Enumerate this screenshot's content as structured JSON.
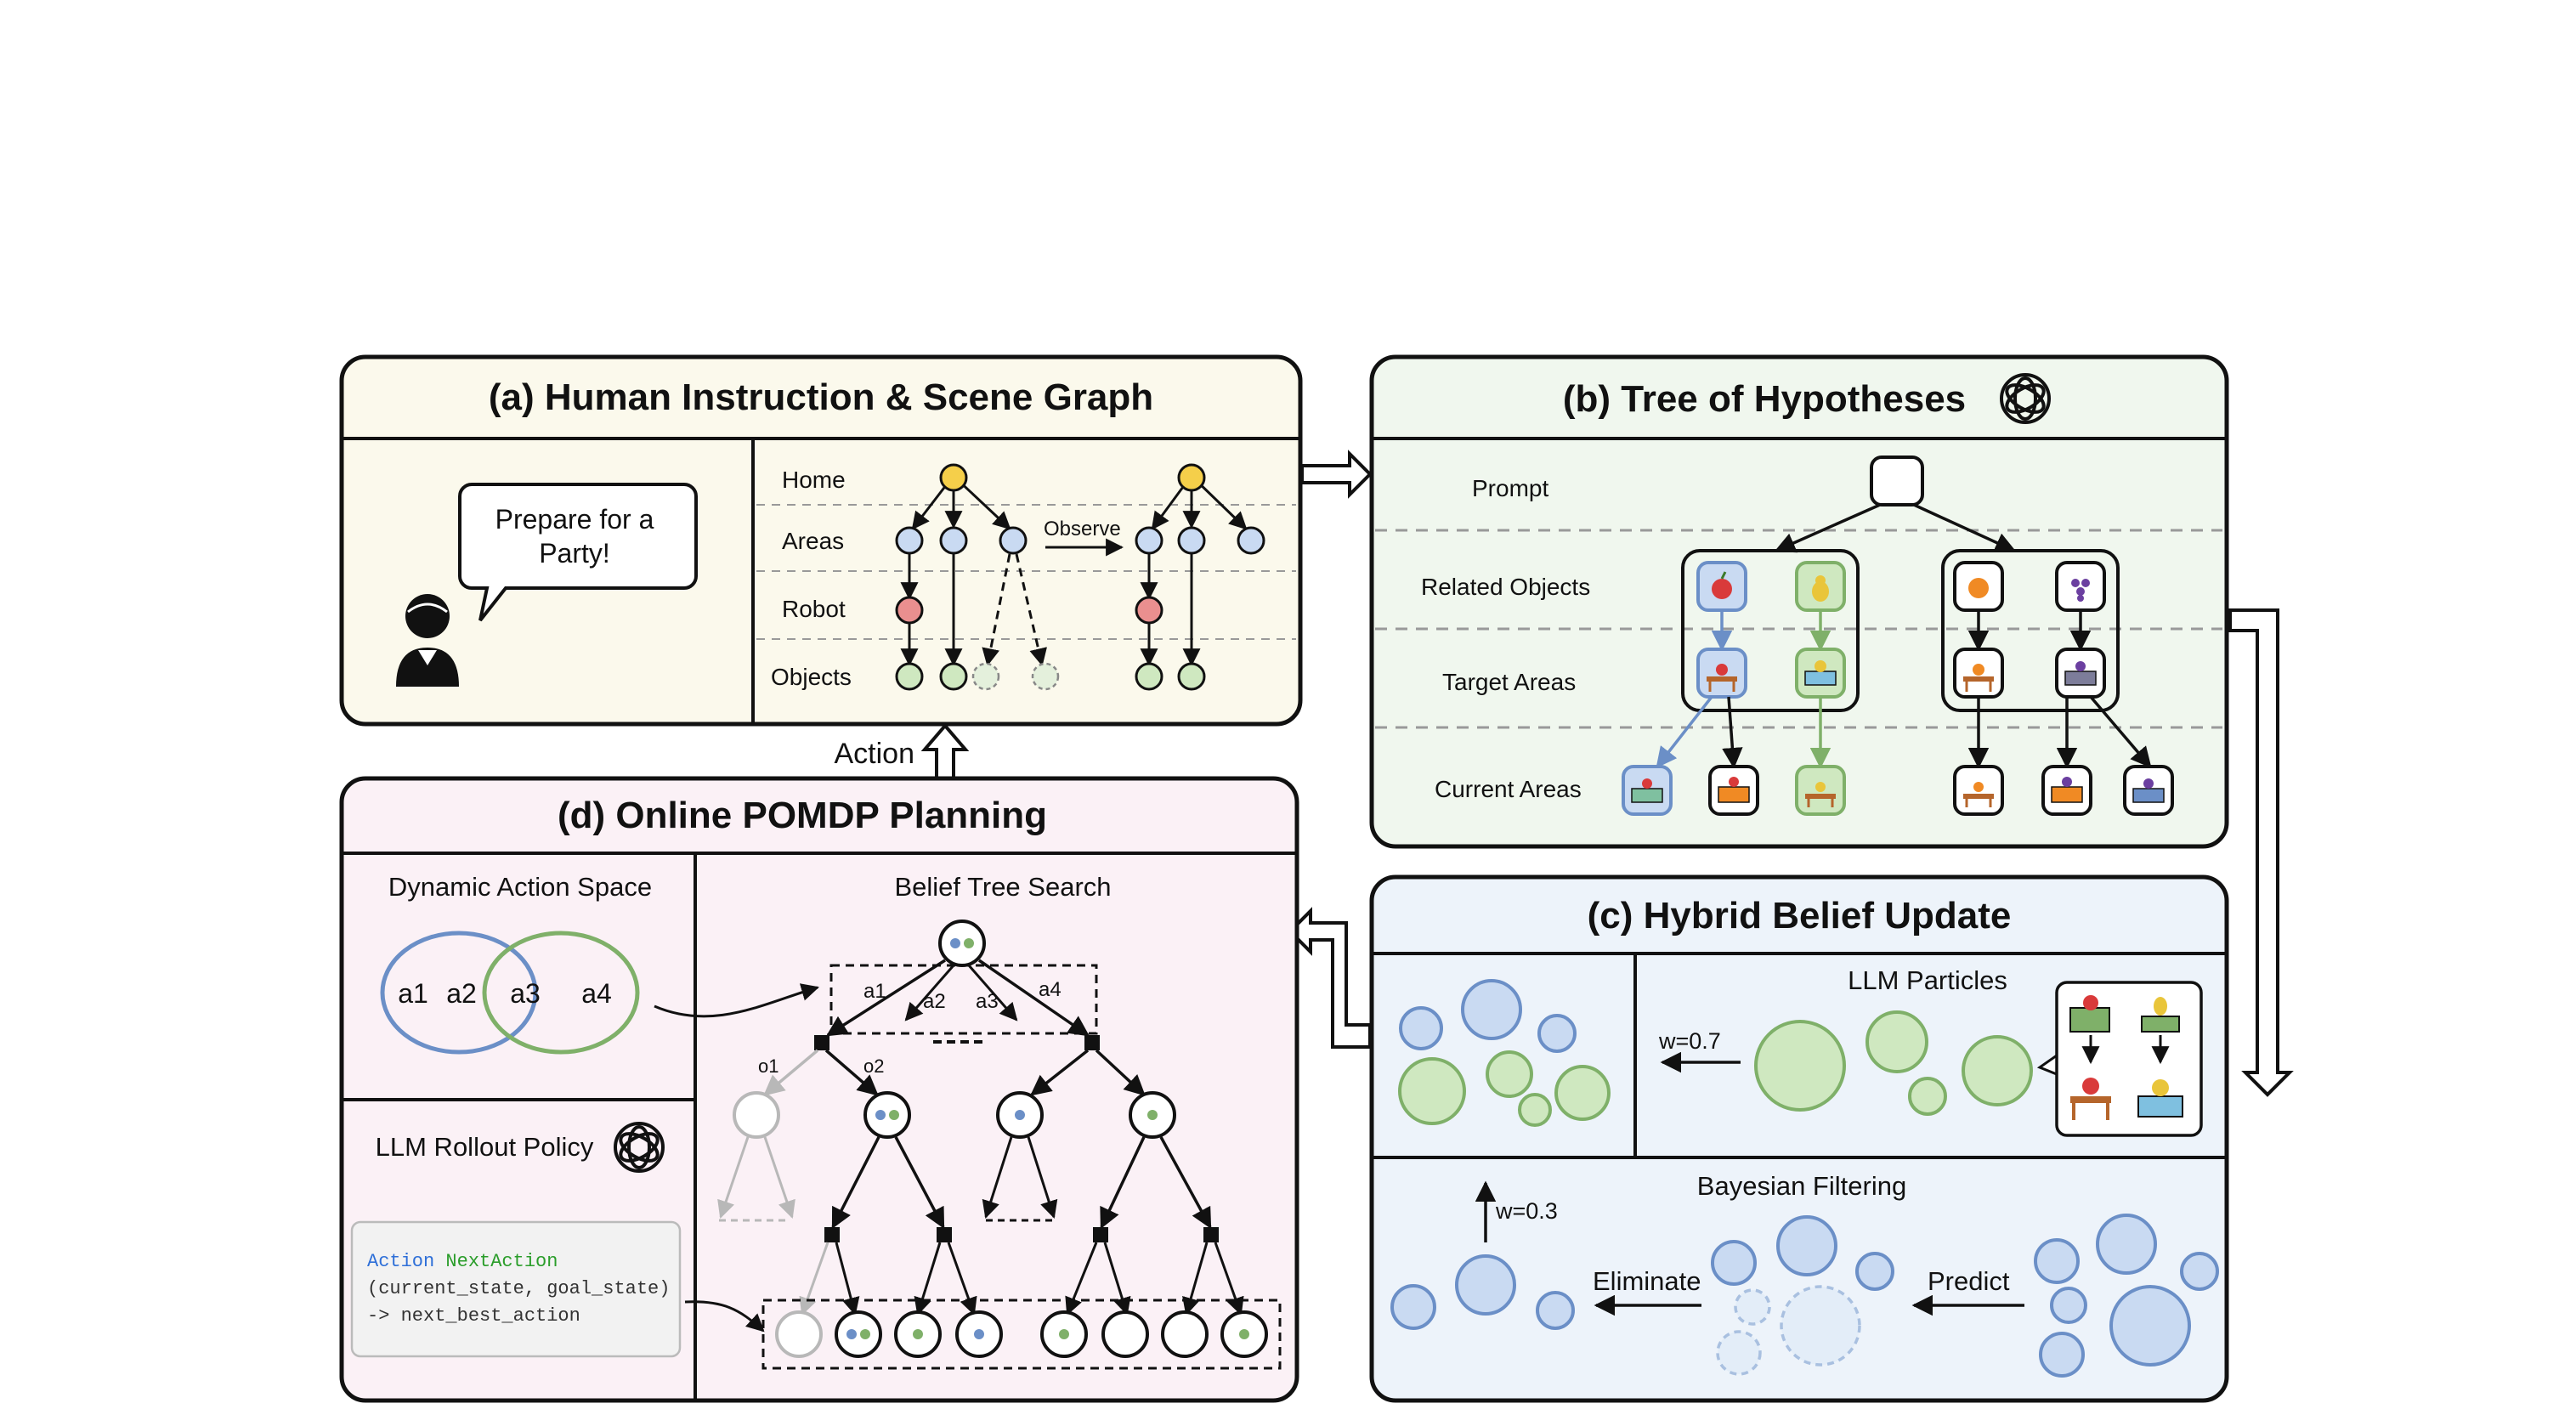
{
  "colors": {
    "panel_a_bg": "#fbf9ec",
    "panel_b_bg": "#f0f7ee",
    "panel_c_bg": "#edf3fa",
    "panel_d_bg": "#fbf1f6",
    "blue": "#6b8fc7",
    "blue_fill": "#c9daf2",
    "green": "#7fb069",
    "green_fill": "#cfe8c0",
    "yellow": "#f5cf4a",
    "red": "#ea8f8f",
    "grey": "#b8b8b8"
  },
  "panel_a": {
    "title": "(a) Human Instruction & Scene Graph",
    "speech": [
      "Prepare for a",
      "Party!"
    ],
    "levels": [
      "Home",
      "Areas",
      "Robot",
      "Objects"
    ],
    "observe_label": "Observe"
  },
  "panel_b": {
    "title": "(b) Tree of Hypotheses",
    "levels": [
      "Prompt",
      "Related Objects",
      "Target Areas",
      "Current Areas"
    ],
    "icon": "openai-logo-icon"
  },
  "panel_c": {
    "title": "(c) Hybrid Belief Update",
    "llm_particles_label": "LLM Particles",
    "w_llm": "w=0.7",
    "bayesian_label": "Bayesian Filtering",
    "w_bayes": "w=0.3",
    "eliminate_label": "Eliminate",
    "predict_label": "Predict"
  },
  "panel_d": {
    "title": "(d) Online POMDP Planning",
    "action_space_label": "Dynamic Action Space",
    "actions": [
      "a1",
      "a2",
      "a3",
      "a4"
    ],
    "rollout_label": "LLM Rollout Policy",
    "code_line1_keyword": "Action",
    "code_line1_fn": "NextAction",
    "code_line2": "(current_state, goal_state)",
    "code_line3": "-> next_best_action",
    "tree_label": "Belief Tree Search",
    "tree_actions": [
      "a1",
      "a2",
      "a3",
      "a4"
    ],
    "observations": [
      "o1",
      "o2"
    ]
  },
  "action_label": "Action"
}
